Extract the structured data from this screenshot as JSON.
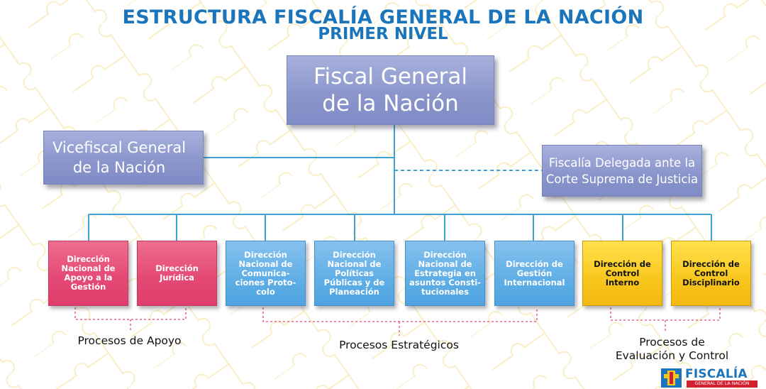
{
  "title": {
    "line1": "ESTRUCTURA FISCALÍA GENERAL DE LA NACIÓN",
    "line2": "PRIMER NIVEL"
  },
  "top": {
    "fiscal_general": "Fiscal General\nde la Nación",
    "vicefiscal": "Vicefiscal General\nde la Nación",
    "delegada": "Fiscalía Delegada ante la\nCorte Suprema de Justicia"
  },
  "departments": [
    "Dirección\nNacional de\nApoyo a la\nGestión",
    "Dirección\nJurídica",
    "Dirección\nNacional de\nComunica-\nciones Proto-\ncolo",
    "Dirección\nNacional de\nPolíticas\nPúblicas y de\nPlaneación",
    "Dirección\nNacional de\nEstrategia en\nasuntos Consti-\ntucionales",
    "Dirección de\nGestión\nInternacional",
    "Dirección de\nControl\nInterno",
    "Dirección de\nControl\nDisciplinario"
  ],
  "groups": {
    "apoyo": "Procesos de Apoyo",
    "estrategicos": "Procesos Estratégicos",
    "evaluacion": "Procesos de\nEvaluación y Control"
  },
  "logo": {
    "word": "FISCALÍA",
    "sub": "GENERAL DE LA NACIÓN"
  },
  "colors": {
    "title": "#1a75bc",
    "connector": "#3ea0d6",
    "apoyo": "#e44874",
    "estrategicos": "#5faee6",
    "evaluacion": "#f8c61c"
  }
}
